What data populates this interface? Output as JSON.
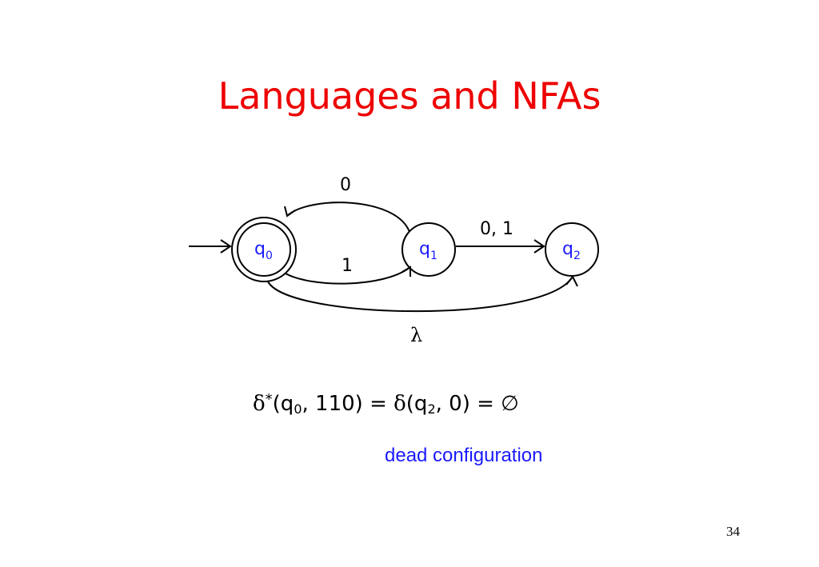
{
  "slide": {
    "title": "Languages and NFAs",
    "page_number": "34"
  },
  "automaton": {
    "states": [
      {
        "name": "q",
        "sub": "0",
        "start": true,
        "accepting": true
      },
      {
        "name": "q",
        "sub": "1",
        "start": false,
        "accepting": false
      },
      {
        "name": "q",
        "sub": "2",
        "start": false,
        "accepting": false
      }
    ],
    "transitions": [
      {
        "from": "q0",
        "to": "q1",
        "label": "1"
      },
      {
        "from": "q1",
        "to": "q0",
        "label": "0"
      },
      {
        "from": "q1",
        "to": "q2",
        "label": "0, 1"
      },
      {
        "from": "q0",
        "to": "q2",
        "label": "λ"
      }
    ]
  },
  "formula": {
    "delta": "δ",
    "star": "*",
    "part1": "(q",
    "sub1": "0",
    "part2": ", 110) = ",
    "delta2": "δ",
    "part3": "(q",
    "sub2": "2",
    "part4": ", 0) = ",
    "emptyset": "∅"
  },
  "note": "dead configuration",
  "colors": {
    "title": "#ee0000",
    "state_label": "#1a1aff",
    "note": "#1a1aff"
  }
}
